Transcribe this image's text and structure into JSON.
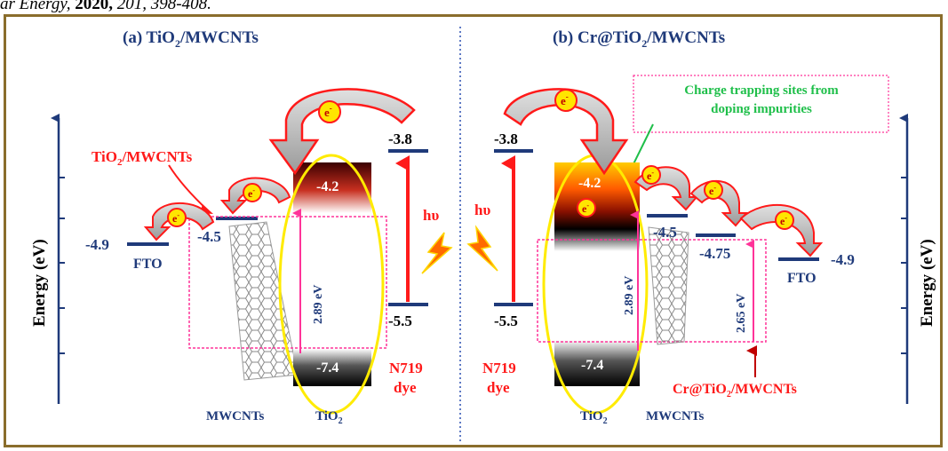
{
  "citation": {
    "journal": "ar Energy,",
    "year": "2020,",
    "pages": "201, 398-408."
  },
  "panel_a": {
    "title_prefix": "(a) TiO",
    "title_sub": "2",
    "title_suffix": "/MWCNTs",
    "axis_label": "Energy (eV)",
    "composite_label_prefix": "TiO",
    "composite_label_sub": "2",
    "composite_label_suffix": "/MWCNTs",
    "fto_label": "FTO",
    "fto_level": "-4.9",
    "mwcnt_level": "-4.5",
    "tio2_cb": "-4.2",
    "tio2_vb": "-7.4",
    "gap": "2.89 eV",
    "dye_lumo": "-3.8",
    "dye_homo": "-5.5",
    "electron": "e",
    "electron_sup": "-",
    "hv": "hυ",
    "dye_name": "N719",
    "dye_word": "dye",
    "mwcnt_label": "MWCNTs",
    "tio2_label_prefix": "TiO",
    "tio2_label_sub": "2"
  },
  "panel_b": {
    "title_prefix": "(b) Cr@TiO",
    "title_sub": "2",
    "title_suffix": "/MWCNTs",
    "axis_label": "Energy (eV)",
    "trap_line1": "Charge trapping sites from",
    "trap_line2": "doping impurities",
    "dye_lumo": "-3.8",
    "dye_homo": "-5.5",
    "tio2_cb": "-4.2",
    "tio2_vb": "-7.4",
    "gap1": "2.89 eV",
    "gap2": "2.65 eV",
    "mwcnt_level": "-4.5",
    "mwcnt_level2": "-4.75",
    "fto_level": "-4.9",
    "fto_label": "FTO",
    "electron": "e",
    "electron_sup": "-",
    "hv": "hυ",
    "dye_name": "N719",
    "dye_word": "dye",
    "tio2_label_prefix": "TiO",
    "tio2_label_sub": "2",
    "mwcnt_label": "MWCNTs",
    "composite_label_prefix": "Cr@TiO",
    "composite_label_sub": "2",
    "composite_label_suffix": "/MWCNTs"
  },
  "colors": {
    "navy": "#1f3a7a",
    "red": "#ff1a1a",
    "pink": "#ff3399",
    "yellow": "#ffeb00",
    "green": "#1fbf4a",
    "dark_red": "#c00000",
    "frame": "#8a6d2c"
  }
}
